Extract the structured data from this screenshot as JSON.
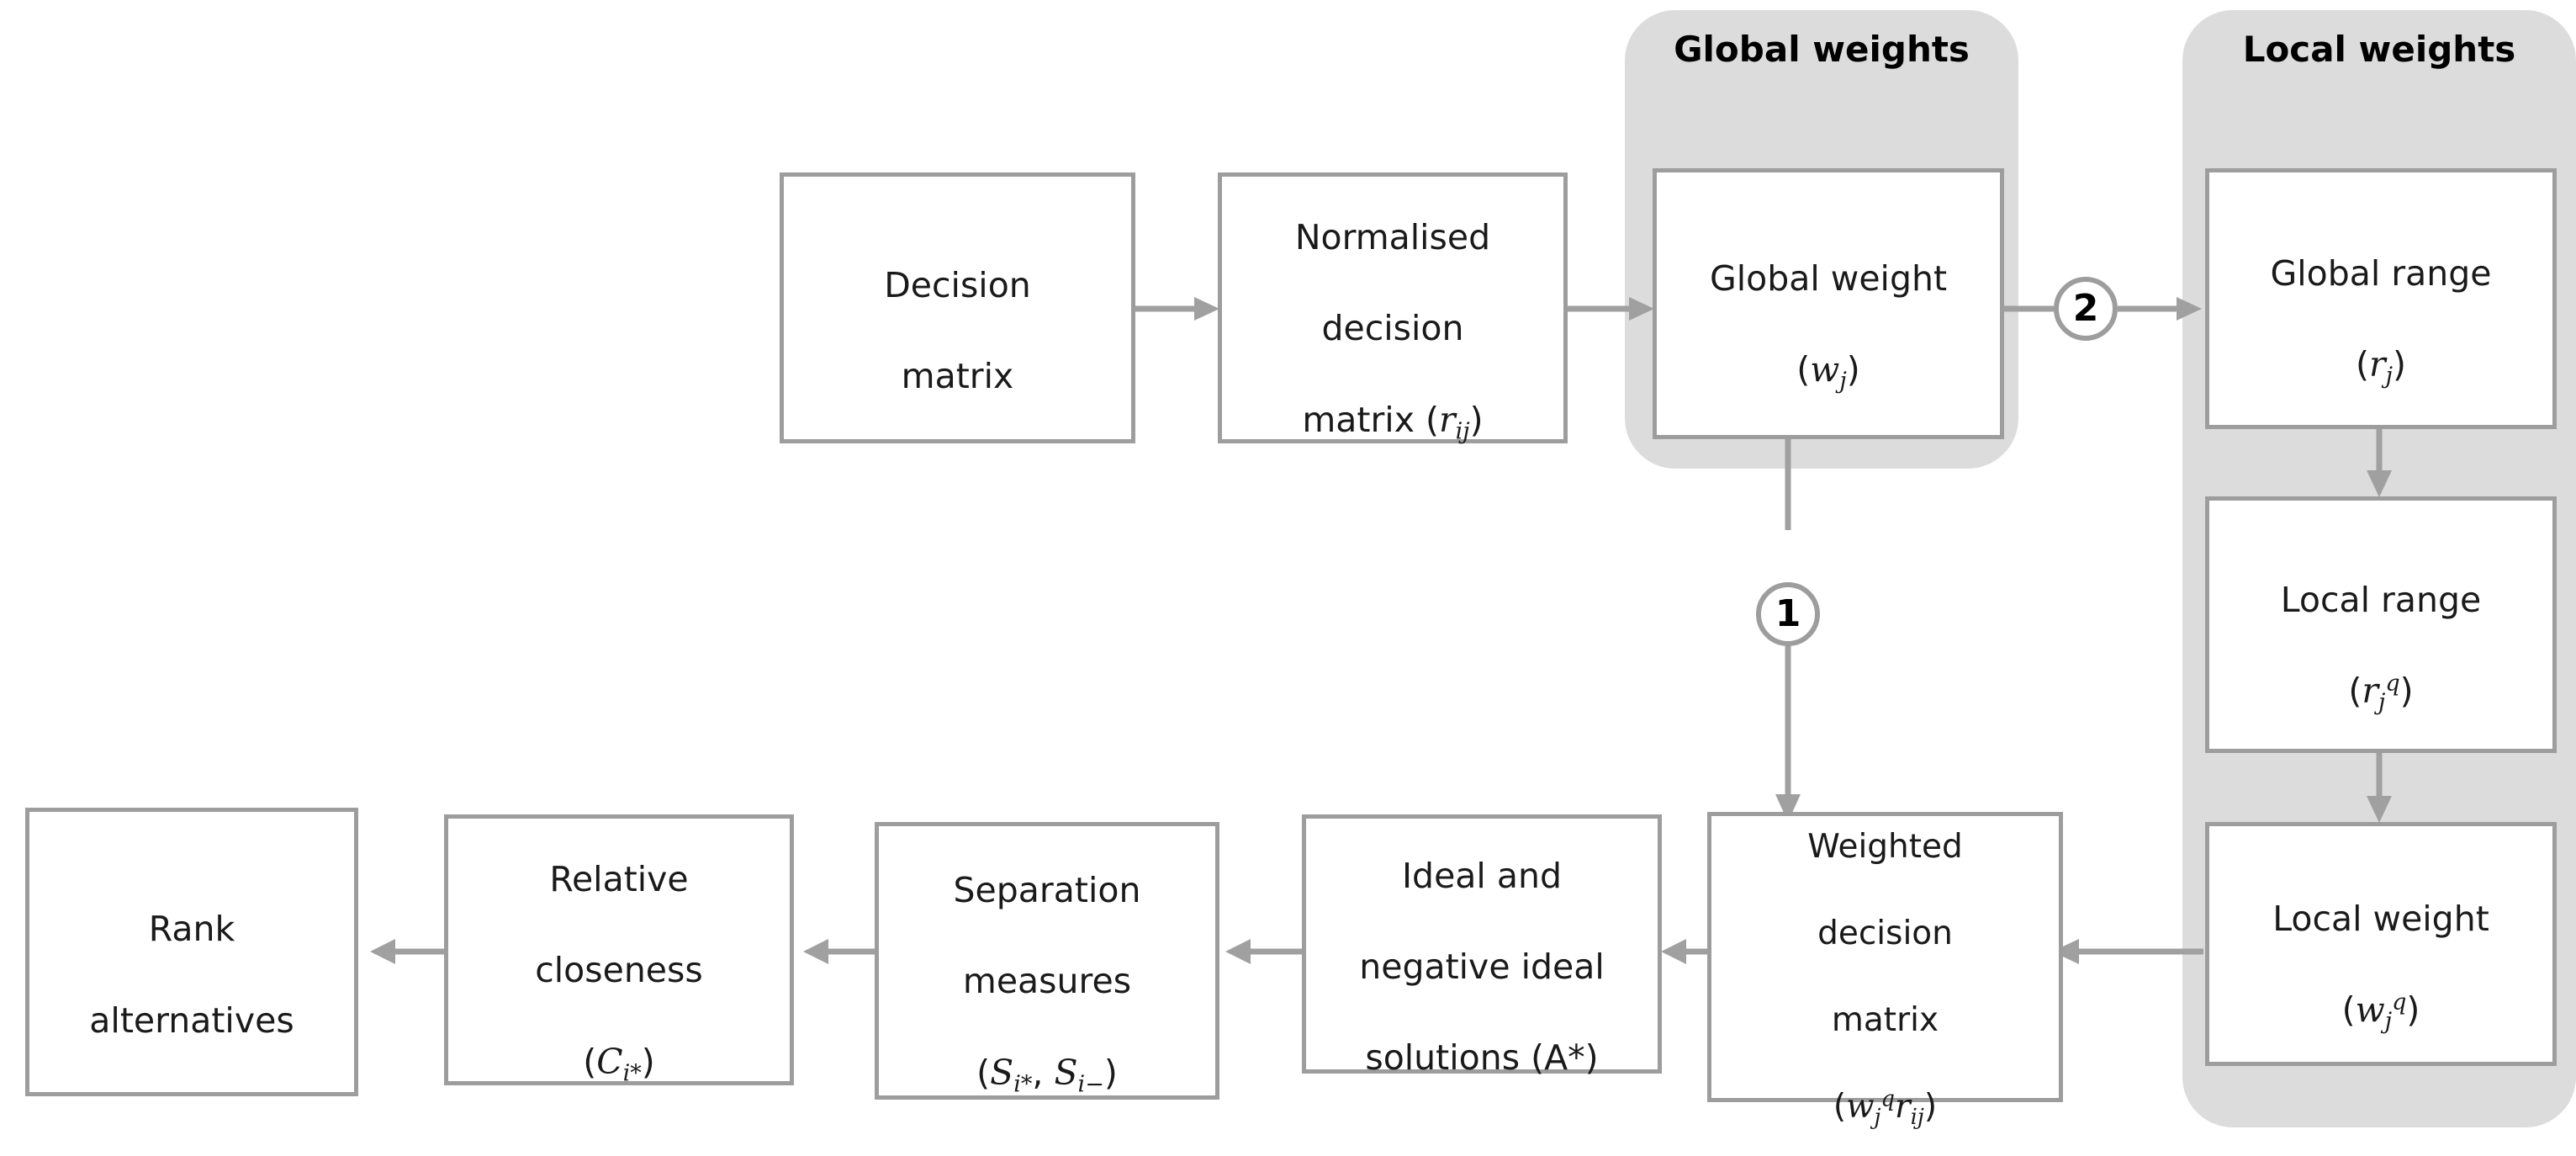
{
  "diagram": {
    "title": "TOPSIS global and local weighting process flowchart",
    "colors": {
      "box_border": "#9d9d9d",
      "panel_fill": "#dcdcdc",
      "arrow": "#a0a0a0",
      "text": "#1a1a1a",
      "background": "#ffffff"
    }
  },
  "groups": [
    {
      "id": "global-weights",
      "label": "Global weights"
    },
    {
      "id": "local-weights",
      "label": "Local weights"
    }
  ],
  "nodes": [
    {
      "id": "decision-matrix",
      "line1": "Decision",
      "line2": "matrix",
      "line3": ""
    },
    {
      "id": "normalised-matrix",
      "line1": "Normalised",
      "line2": "decision",
      "line3": "matrix (rᵢⱼ)"
    },
    {
      "id": "global-weight",
      "line1": "Global weight",
      "line2": "(wⱼ)",
      "line3": ""
    },
    {
      "id": "global-range",
      "line1": "Global range",
      "line2": "(rⱼ)",
      "line3": ""
    },
    {
      "id": "local-range",
      "line1": "Local range",
      "line2": "(rⱼᵠ)",
      "line3": ""
    },
    {
      "id": "local-weight",
      "line1": "Local weight",
      "line2": "(wⱼᵠ)",
      "line3": ""
    },
    {
      "id": "weighted-matrix",
      "line1": "Weighted",
      "line2": "decision",
      "line3": "matrix",
      "line4": "(wⱼᵠ rᵢⱼ)"
    },
    {
      "id": "ideal-solutions",
      "line1": "Ideal and",
      "line2": "negative ideal",
      "line3": "solutions (A*)"
    },
    {
      "id": "separation-measures",
      "line1": "Separation",
      "line2": "measures",
      "line3": "(Sᵢ*, Sᵢ−)"
    },
    {
      "id": "relative-closeness",
      "line1": "Relative",
      "line2": "closeness",
      "line3": "(Cᵢ*)"
    },
    {
      "id": "rank-alternatives",
      "line1": "Rank",
      "line2": "alternatives",
      "line3": ""
    }
  ],
  "node_text": {
    "decision_matrix": {
      "l1": "Decision",
      "l2": "matrix"
    },
    "normalised_matrix": {
      "l1": "Normalised",
      "l2": "decision",
      "l3pre": "matrix (",
      "l3var": "r",
      "l3sub": "ij",
      "l3post": ")"
    },
    "global_weight": {
      "l1": "Global weight",
      "l2pre": "(",
      "l2var": "w",
      "l2sub": "j",
      "l2post": ")"
    },
    "global_range": {
      "l1": "Global range",
      "l2pre": "(",
      "l2var": "r",
      "l2sub": "j",
      "l2post": ")"
    },
    "local_range": {
      "l1": "Local range",
      "l2pre": "(",
      "l2var": "r",
      "l2sub": "j",
      "l2sup": "q",
      "l2post": ")"
    },
    "local_weight": {
      "l1": "Local weight",
      "l2pre": "(",
      "l2var": "w",
      "l2sub": "j",
      "l2sup": "q",
      "l2post": ")"
    },
    "weighted_matrix": {
      "l1": "Weighted",
      "l2": "decision",
      "l3": "matrix",
      "l4pre": "(",
      "l4var1": "w",
      "l4sub1": "j",
      "l4sup1": "q",
      "l4var2": "r",
      "l4sub2": "ij",
      "l4post": ")"
    },
    "ideal_solutions": {
      "l1": "Ideal and",
      "l2": "negative ideal",
      "l3": "solutions (A*)"
    },
    "separation_measures": {
      "l1": "Separation",
      "l2": "measures",
      "l3pre": "(",
      "l3var1": "S",
      "l3sub1": "i*",
      "l3mid": ", ",
      "l3var2": "S",
      "l3sub2": "i−",
      "l3post": ")"
    },
    "relative_closeness": {
      "l1": "Relative",
      "l2": "closeness",
      "l3pre": "(",
      "l3var": "C",
      "l3sub": "i*",
      "l3post": ")"
    },
    "rank_alternatives": {
      "l1": "Rank",
      "l2": "alternatives"
    }
  },
  "steps": [
    {
      "id": "step-1",
      "label": "1"
    },
    {
      "id": "step-2",
      "label": "2"
    }
  ],
  "edges": [
    {
      "from": "decision-matrix",
      "to": "normalised-matrix",
      "direction": "right"
    },
    {
      "from": "normalised-matrix",
      "to": "global-weight",
      "direction": "right"
    },
    {
      "from": "global-weight",
      "to": "global-range",
      "direction": "right",
      "badge": "2"
    },
    {
      "from": "global-weight",
      "to": "weighted-matrix",
      "direction": "down",
      "badge": "1"
    },
    {
      "from": "global-range",
      "to": "local-range",
      "direction": "down"
    },
    {
      "from": "local-range",
      "to": "local-weight",
      "direction": "down"
    },
    {
      "from": "local-weight",
      "to": "weighted-matrix",
      "direction": "left"
    },
    {
      "from": "weighted-matrix",
      "to": "ideal-solutions",
      "direction": "left"
    },
    {
      "from": "ideal-solutions",
      "to": "separation-measures",
      "direction": "left"
    },
    {
      "from": "separation-measures",
      "to": "relative-closeness",
      "direction": "left"
    },
    {
      "from": "relative-closeness",
      "to": "rank-alternatives",
      "direction": "left"
    }
  ]
}
